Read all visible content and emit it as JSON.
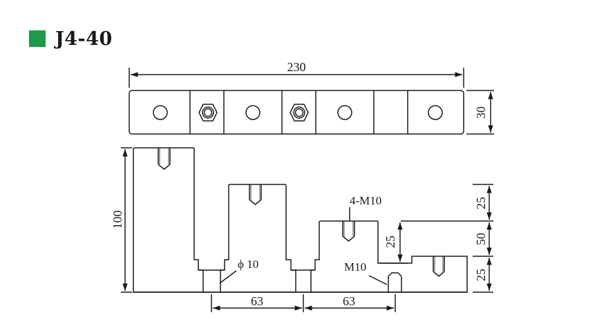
{
  "header": {
    "title": "J4-40",
    "swatch_color": "#1e9a4a"
  },
  "drawing": {
    "line_color": "#1a1a1a",
    "dimensions": {
      "overall_length": "230",
      "top_view_height": "30",
      "total_height": "100",
      "step_height_top": "25",
      "step_height_middle": "50",
      "step_height_bottom": "25",
      "inner_step_height": "25",
      "pitch_left": "63",
      "pitch_right": "63"
    },
    "labels": {
      "thread_callout": "4-M10",
      "hole_callout": "ϕ 10",
      "stud_callout": "M10"
    }
  }
}
